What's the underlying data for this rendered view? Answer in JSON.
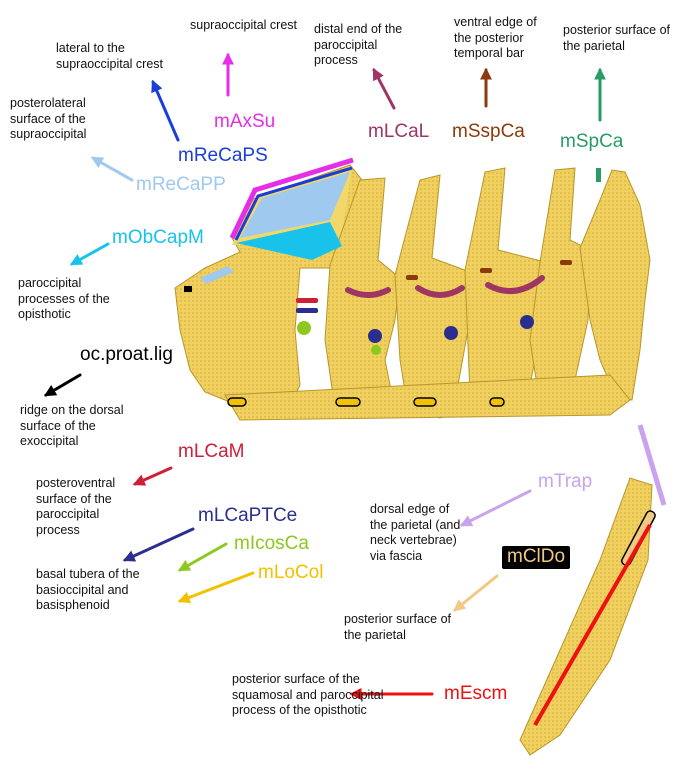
{
  "labels": {
    "mAxSu": {
      "text": "mAxSu",
      "color": "#e62ee6",
      "desc": "supraoccipital crest"
    },
    "mReCaPS": {
      "text": "mReCaPS",
      "color": "#1a3fd6",
      "desc": "lateral to the supraoccipital crest"
    },
    "mReCaPP": {
      "text": "mReCaPP",
      "color": "#9fc9ee",
      "desc": "posterolateral surface of the supraoccipital"
    },
    "mObCapM": {
      "text": "mObCapM",
      "color": "#18c2ea",
      "desc": "paroccipital processes of the opisthotic"
    },
    "ocProatLig": {
      "text": "oc.proat.lig",
      "color": "#000000",
      "desc": "ridge on the dorsal surface of the exoccipital"
    },
    "mLCaL": {
      "text": "mLCaL",
      "color": "#9e3565",
      "desc": "distal end of the paroccipital process"
    },
    "mSspCa": {
      "text": "mSspCa",
      "color": "#8a3a0c",
      "desc": "ventral edge of the posterior temporal bar"
    },
    "mSpCa": {
      "text": "mSpCa",
      "color": "#2a9a66",
      "desc": "posterior surface of the parietal"
    },
    "mLCaM": {
      "text": "mLCaM",
      "color": "#cc2038",
      "desc": "posteroventral surface of the paroccipital process"
    },
    "mLCaPTCe": {
      "text": "mLCaPTCe",
      "color": "#2a2f8f",
      "desc": "basal tubera of the basioccipital and basisphenoid"
    },
    "mIcosCa": {
      "text": "mIcosCa",
      "color": "#8cc81e"
    },
    "mLoCol": {
      "text": "mLoCol",
      "color": "#f2c200"
    },
    "mTrap": {
      "text": "mTrap",
      "color": "#c9a3ee",
      "desc": "dorsal edge of the parietal (and neck vertebrae) via fascia"
    },
    "mClDo": {
      "text": "mClDo",
      "color": "#f1c985",
      "desc": "posterior surface of the parietal"
    },
    "mEscm": {
      "text": "mEscm",
      "color": "#ee1111",
      "desc": "posterior surface of the squamosal and paroccipital process of the opisthotic"
    }
  },
  "bone_color": "#f0d060"
}
